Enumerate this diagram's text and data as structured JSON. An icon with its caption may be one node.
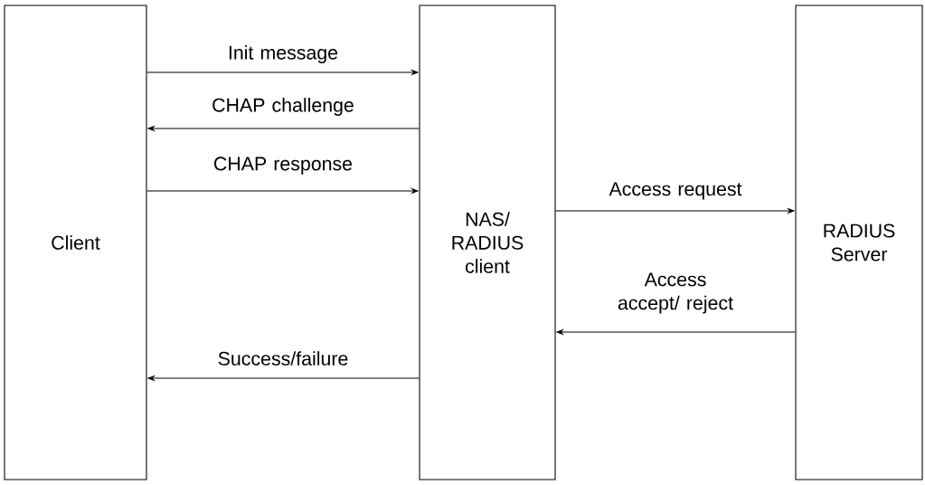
{
  "diagram": {
    "nodes": [
      {
        "text": [
          "Client"
        ]
      },
      {
        "text": [
          "NAS/ RADIUS client"
        ]
      },
      {
        "text": [
          "RADIUS Server"
        ]
      }
    ],
    "edges": [
      {
        "from": 0,
        "to": 1,
        "arrow": "to",
        "label": "Init message"
      },
      {
        "from": 1,
        "to": 0,
        "arrow": "to",
        "label": "CHAP challenge"
      },
      {
        "from": 0,
        "to": 1,
        "arrow": "to",
        "label": "CHAP response"
      },
      {
        "from": 1,
        "to": 2,
        "arrow": "to",
        "label": "Access request"
      },
      {
        "from": 2,
        "to": 1,
        "arrow": "to",
        "label": "Access accept/ reject"
      },
      {
        "from": 1,
        "to": 0,
        "arrow": "to",
        "label": "Success/failure"
      }
    ]
  }
}
